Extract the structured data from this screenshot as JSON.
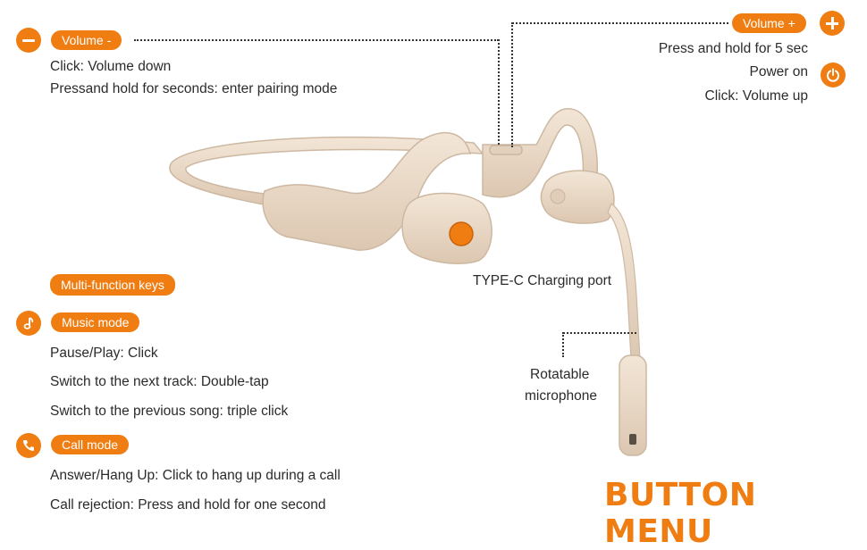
{
  "volume_down": {
    "label": "Volume -",
    "lines": [
      "Click: Volume down",
      "Pressand hold for seconds: enter pairing mode"
    ]
  },
  "volume_up": {
    "label": "Volume +",
    "lines": [
      "Press and hold for 5 sec",
      "Power on",
      "Click: Volume up"
    ]
  },
  "multifunction": {
    "label": "Multi-function keys"
  },
  "music_mode": {
    "label": "Music mode",
    "lines": [
      "Pause/Play: Click",
      "Switch to the next track: Double-tap",
      "Switch to the previous song: triple click"
    ]
  },
  "call_mode": {
    "label": "Call mode",
    "lines": [
      "Answer/Hang Up: Click to hang up during a call",
      "Call rejection: Press and hold for one second"
    ]
  },
  "charging_port": {
    "label": "TYPE-C Charging port"
  },
  "microphone": {
    "lines": [
      "Rotatable",
      "microphone"
    ]
  },
  "title": "BUTTON MENU",
  "colors": {
    "accent": "#f07d12",
    "product": "#ecdccb"
  },
  "icons": [
    "minus-icon",
    "plus-icon",
    "power-icon",
    "music-note-icon",
    "phone-icon"
  ]
}
